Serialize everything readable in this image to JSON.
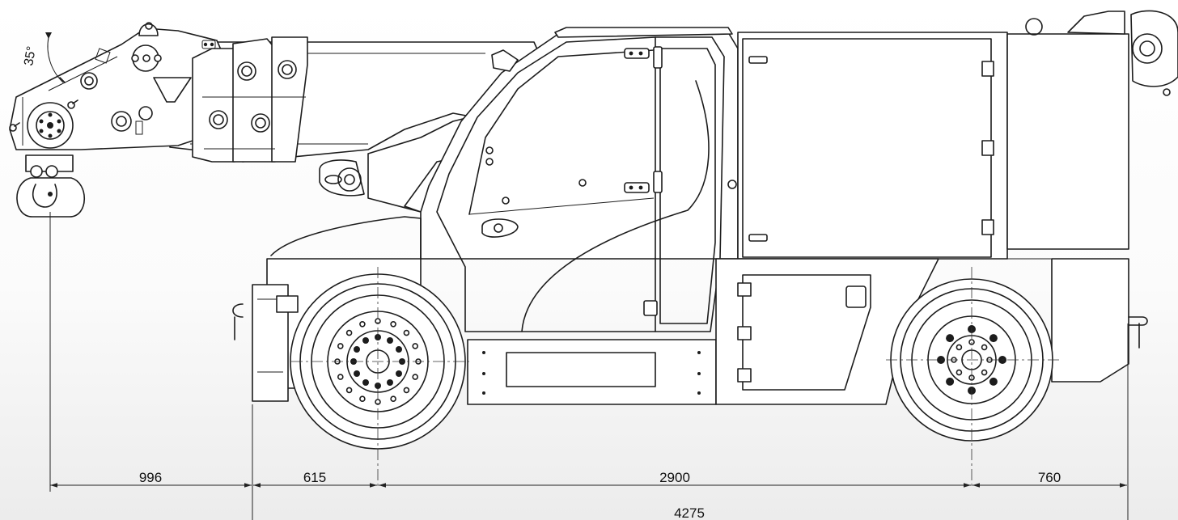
{
  "drawing": {
    "angle_label": "35°",
    "dimensions": {
      "overhang": "996",
      "front": "615",
      "wheelbase": "2900",
      "rear": "760",
      "overall": "4275"
    },
    "colors": {
      "line": "#1c1c1c",
      "background": "#ffffff"
    }
  }
}
